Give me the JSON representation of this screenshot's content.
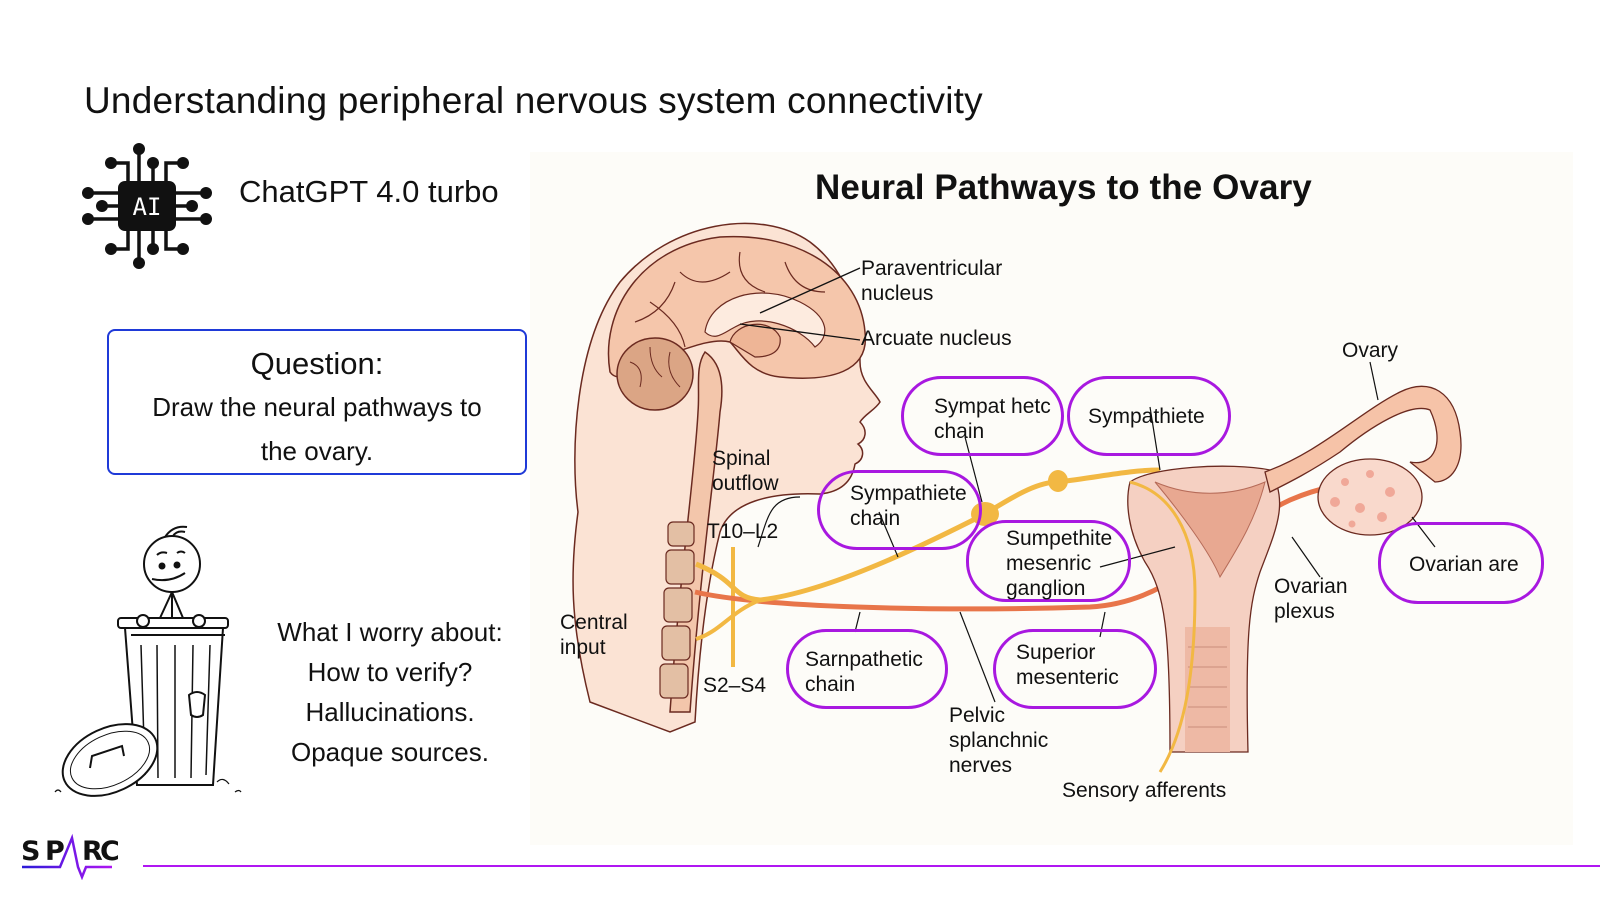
{
  "slide": {
    "title": "Understanding peripheral nervous system connectivity",
    "model_icon": "ai-chip-icon",
    "model_icon_text": "AI",
    "model_label": "ChatGPT 4.0 turbo"
  },
  "question": {
    "heading": "Question:",
    "line1": "Draw the neural pathways to",
    "line2": "the ovary."
  },
  "worries": {
    "icon": "stick-figure-in-trash-can-icon",
    "heading": "What I worry about:",
    "items": [
      "How to verify?",
      "Hallucinations.",
      "Opaque sources."
    ]
  },
  "footer": {
    "logo": "SPARC",
    "logo_letters": [
      "S",
      "P",
      "R",
      "C"
    ],
    "accent_color": "#b016f2"
  },
  "figure": {
    "title": "Neural Pathways to the Ovary",
    "labels": {
      "paraventricular": [
        "Paraventricular",
        "nucleus"
      ],
      "arcuate": "Arcuate nucleus",
      "spinal_outflow": [
        "Spinal",
        "outflow"
      ],
      "t10_l2": "T10–L2",
      "s2_s4": "S2–S4",
      "central_input": [
        "Central",
        "input"
      ],
      "ovary": "Ovary",
      "ovarian_plexus": [
        "Ovarian",
        "plexus"
      ],
      "pelvic_splanchnic": [
        "Pelvic",
        "splanchnic",
        "nerves"
      ],
      "sensory_afferents": "Sensory afferents"
    },
    "highlighted_labels": [
      {
        "id": "sympat-hetc-chain",
        "lines": [
          "Sympat hetc",
          "chain"
        ]
      },
      {
        "id": "sympathiete-top",
        "lines": [
          "Sympathiete"
        ]
      },
      {
        "id": "sympathiete-chain",
        "lines": [
          "Sympathiete",
          "chain"
        ]
      },
      {
        "id": "sumpethite-mesenric-ganglion",
        "lines": [
          "Sumpethite",
          "mesenric",
          "ganglion"
        ]
      },
      {
        "id": "ovarian-are",
        "lines": [
          "Ovarian are"
        ]
      },
      {
        "id": "sarnpathetic-chain",
        "lines": [
          "Sarnpathetic",
          "chain"
        ]
      },
      {
        "id": "superior-mesenteric",
        "lines": [
          "Superior",
          "mesenteric"
        ]
      }
    ],
    "highlight_color": "#a818e0",
    "question_border_color": "#1f3ad8"
  }
}
